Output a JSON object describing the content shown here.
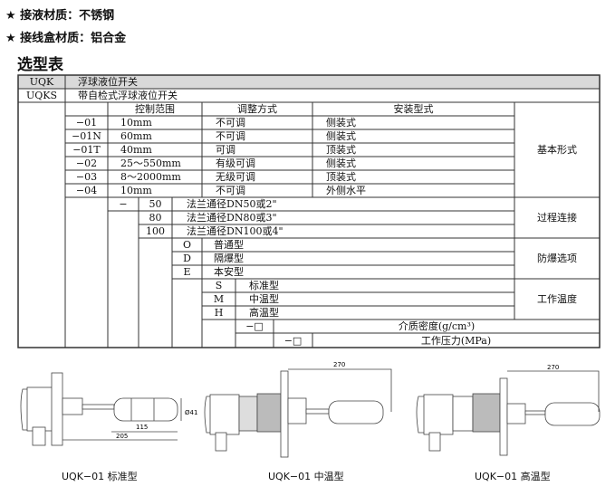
{
  "bullets": [
    {
      "icon": "star",
      "text": "★ 接液材质：不锈钢"
    },
    {
      "icon": "star",
      "text": "★ 接线盒材质：铝合金"
    }
  ],
  "section_title": "选型表",
  "table": {
    "models": [
      {
        "code": "UQK",
        "desc": "浮球液位开关"
      },
      {
        "code": "UQKS",
        "desc": "带自检式浮球液位开关"
      }
    ],
    "headers": {
      "range": "控制范围",
      "adjust": "调整方式",
      "mount": "安装型式"
    },
    "basic_rows": [
      {
        "code": "−01",
        "range": "10mm",
        "adjust": "不可调",
        "mount": "侧装式"
      },
      {
        "code": "−01N",
        "range": "60mm",
        "adjust": "不可调",
        "mount": "侧装式"
      },
      {
        "code": "−01T",
        "range": "40mm",
        "adjust": "可调",
        "mount": "顶装式"
      },
      {
        "code": "−02",
        "range": "25～550mm",
        "adjust": "有级可调",
        "mount": "侧装式"
      },
      {
        "code": "−03",
        "range": "8～2000mm",
        "adjust": "无级可调",
        "mount": "顶装式"
      },
      {
        "code": "−04",
        "range": "10mm",
        "adjust": "不可调",
        "mount": "外侧水平"
      }
    ],
    "basic_label": "基本形式",
    "conn_dash": "−",
    "conn_rows": [
      {
        "code": "50",
        "desc": "法兰通径DN50或2\""
      },
      {
        "code": "80",
        "desc": "法兰通径DN80或3\""
      },
      {
        "code": "100",
        "desc": "法兰通径DN100或4\""
      }
    ],
    "conn_label": "过程连接",
    "ex_rows": [
      {
        "code": "O",
        "desc": "普通型"
      },
      {
        "code": "D",
        "desc": "隔爆型"
      },
      {
        "code": "E",
        "desc": "本安型"
      }
    ],
    "ex_label": "防爆选项",
    "temp_rows": [
      {
        "code": "S",
        "desc": "标准型"
      },
      {
        "code": "M",
        "desc": "中温型"
      },
      {
        "code": "H",
        "desc": "高温型"
      }
    ],
    "temp_label": "工作温度",
    "density": {
      "code": "−□",
      "label": "介质密度(g/cm³)"
    },
    "pressure": {
      "code": "−□",
      "label": "工作压力(MPa)"
    }
  },
  "drawings": [
    {
      "caption": "UQK−01 标准型",
      "dims": [
        "115",
        "205",
        "Ø41"
      ]
    },
    {
      "caption": "UQK−01 中温型",
      "dims": [
        "270"
      ]
    },
    {
      "caption": "UQK−01 高温型",
      "dims": [
        "270"
      ]
    }
  ]
}
